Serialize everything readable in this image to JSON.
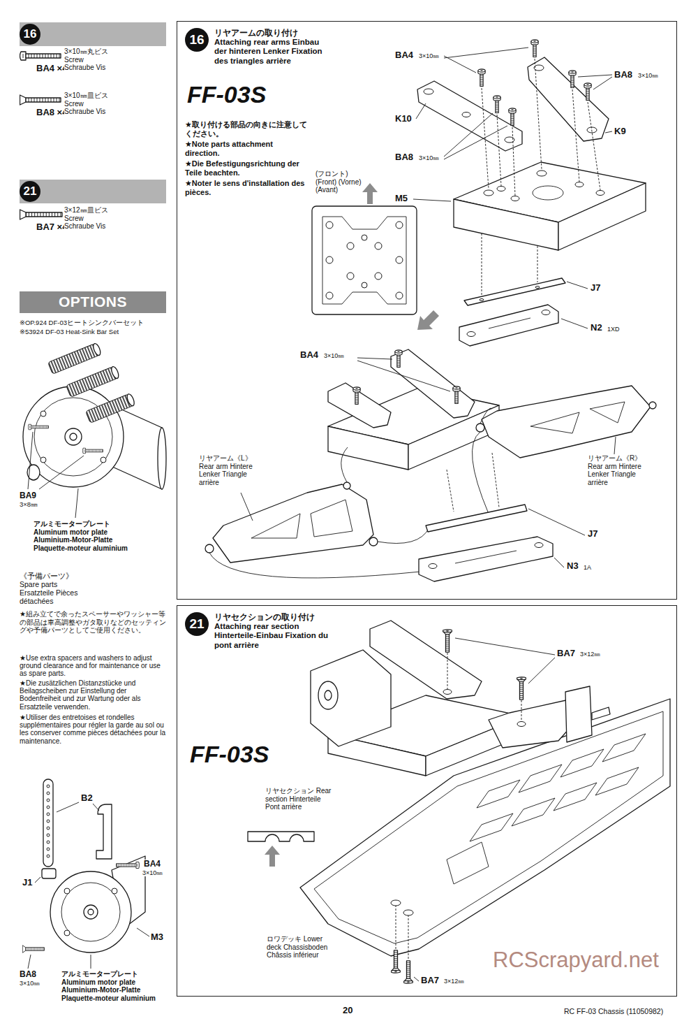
{
  "diagram": {
    "nodes": [
      {
        "text": [
          "16"
        ]
      },
      {
        "text": [
          "21"
        ]
      },
      {
        "text": [
          "OPTIONS"
        ]
      },
      {
        "text": [
          "16",
          "リヤアームの取り付け Attaching rear arms Einbau der hinteren Lenker Fixation des triangles arrière"
        ]
      },
      {
        "text": [
          "21",
          "リヤセクションの取り付け Attaching rear section Hinterteile-Einbau Fixation du pont arrière"
        ]
      }
    ],
    "labels": [
      "BA4 ×4",
      "3×10㎜丸ビス Screw Schraube Vis",
      "BA8 ×4",
      "3×10㎜皿ビス Screw Schraube Vis",
      "BA7 ×4",
      "3×12㎜皿ビス Screw Schraube Vis",
      "※OP.924 DF-03ヒートシンクバーセット",
      "※53924 DF-03 Heat-Sink Bar Set",
      "BA9",
      "3×8㎜",
      "アルミモータープレート Aluminum motor plate Aluminium-Motor-Platte Plaquette-moteur aluminium",
      "《予備パーツ》 Spare parts Ersatzteile Pièces détachées",
      "★組み立てで余ったスペーサーやワッシャー等の部品は車高調整やガタ取りなどのセッティングや予備パーツとしてご使用ください。",
      "★Use extra spacers and washers to adjust ground clearance and for maintenance or use as spare parts.",
      "★Die zusätzlichen Distanzstücke und Beilagscheiben zur Einstellung der Bodenfreiheit und zur Wartung oder als Ersatzteile verwenden.",
      "★Utiliser des entretoises et rondelles supplémentaires pour régler la garde au sol ou les conserver comme pièces détachées pour la maintenance.",
      "B2",
      "BA4",
      "3×10㎜",
      "J1",
      "M3",
      "BA8",
      "3×10㎜",
      "アルミモータープレート Aluminum motor plate Aluminium-Motor-Platte Plaquette-moteur aluminium",
      "FF-03S",
      "★取り付ける部品の向きに注意してください。",
      "★Note parts attachment direction.",
      "★Die Befestigungsrichtung der Teile beachten.",
      "★Noter le sens d'installation des pièces.",
      "(フロント) (Front) (Vorne) (Avant)",
      "BA4",
      "3×10㎜",
      "BA8",
      "3×10㎜",
      "K10",
      "K9",
      "BA8",
      "3×10㎜",
      "M5",
      "J7",
      "N2",
      "1XD",
      "BA4",
      "3×10㎜",
      "リヤアーム《L》 Rear arm Hintere Lenker Triangle arrière",
      "リヤアーム《R》 Rear arm Hintere Lenker Triangle arrière",
      "J7",
      "N3",
      "1A",
      "FF-03S",
      "BA7",
      "3×12㎜",
      "リヤセクション Rear section Hinterteile Pont arrière",
      "ロワデッキ Lower deck Chassisboden Châssis inférieur",
      "BA7",
      "3×12㎜",
      "20",
      "RC FF-03 Chassis (11050982)",
      "RCScrapyard.net"
    ]
  }
}
